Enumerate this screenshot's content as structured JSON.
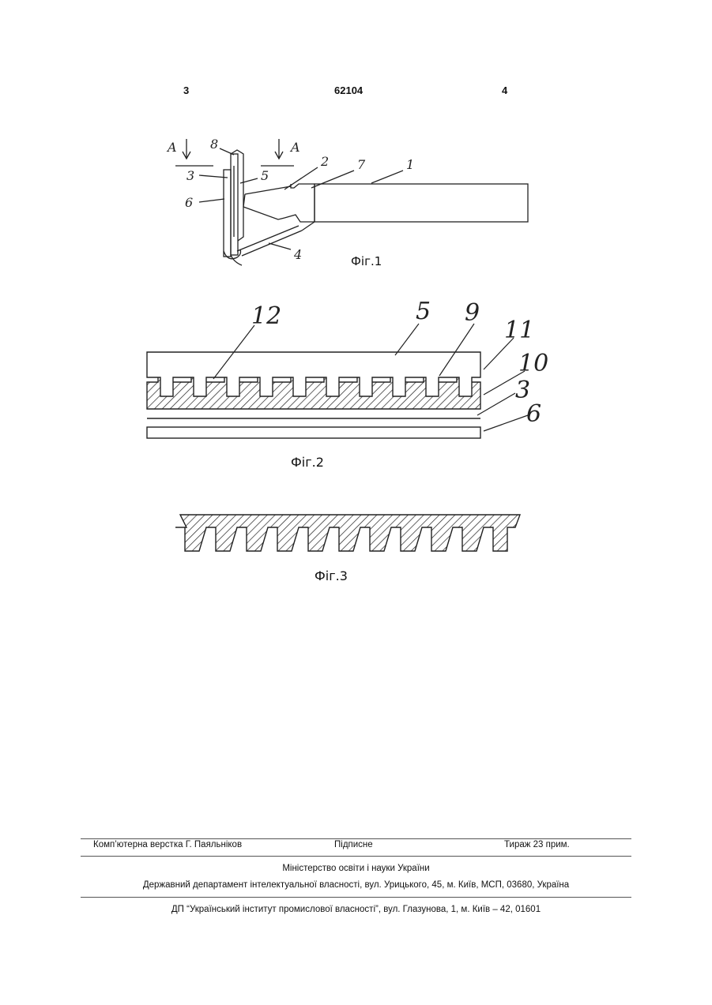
{
  "header": {
    "left_page": "3",
    "patent_number": "62104",
    "right_page": "4"
  },
  "figures": {
    "fig1": {
      "caption": "Фіг.1",
      "section_mark": "A",
      "labels": [
        "8",
        "3",
        "5",
        "6",
        "2",
        "7",
        "1",
        "4"
      ]
    },
    "fig2": {
      "caption": "Фіг.2",
      "labels": [
        "12",
        "5",
        "9",
        "11",
        "10",
        "3",
        "6"
      ]
    },
    "fig3": {
      "caption": "Фіг.3"
    }
  },
  "footer": {
    "layout_credit": "Комп’ютерна верстка Г. Паяльніков",
    "signed": "Підписне",
    "circulation": "Тираж 23 прим.",
    "ministry": "Міністерство освіти і науки України",
    "department": "Державний департамент інтелектуальної власності, вул. Урицького, 45, м. Київ, МСП, 03680, Україна",
    "institute": "ДП “Український інститут промислової власності”, вул. Глазунова, 1, м. Київ – 42, 01601"
  }
}
